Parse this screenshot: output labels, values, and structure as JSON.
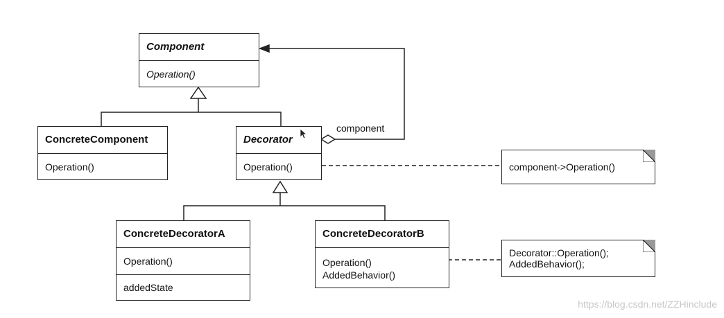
{
  "classes": {
    "component": {
      "name": "Component",
      "operations": [
        "Operation()"
      ]
    },
    "concrete_component": {
      "name": "ConcreteComponent",
      "operations": [
        "Operation()"
      ]
    },
    "decorator": {
      "name": "Decorator",
      "operations": [
        "Operation()"
      ]
    },
    "concrete_decorator_a": {
      "name": "ConcreteDecoratorA",
      "operations": [
        "Operation()"
      ],
      "attributes": [
        "addedState"
      ]
    },
    "concrete_decorator_b": {
      "name": "ConcreteDecoratorB",
      "operations": [
        "Operation()",
        "AddedBehavior()"
      ]
    }
  },
  "association": {
    "label": "component"
  },
  "notes": {
    "decorator_note": [
      "component->Operation()"
    ],
    "decorator_b_note": [
      "Decorator::Operation();",
      "AddedBehavior();"
    ]
  },
  "watermark": "https://blog.csdn.net/ZZHinclude"
}
